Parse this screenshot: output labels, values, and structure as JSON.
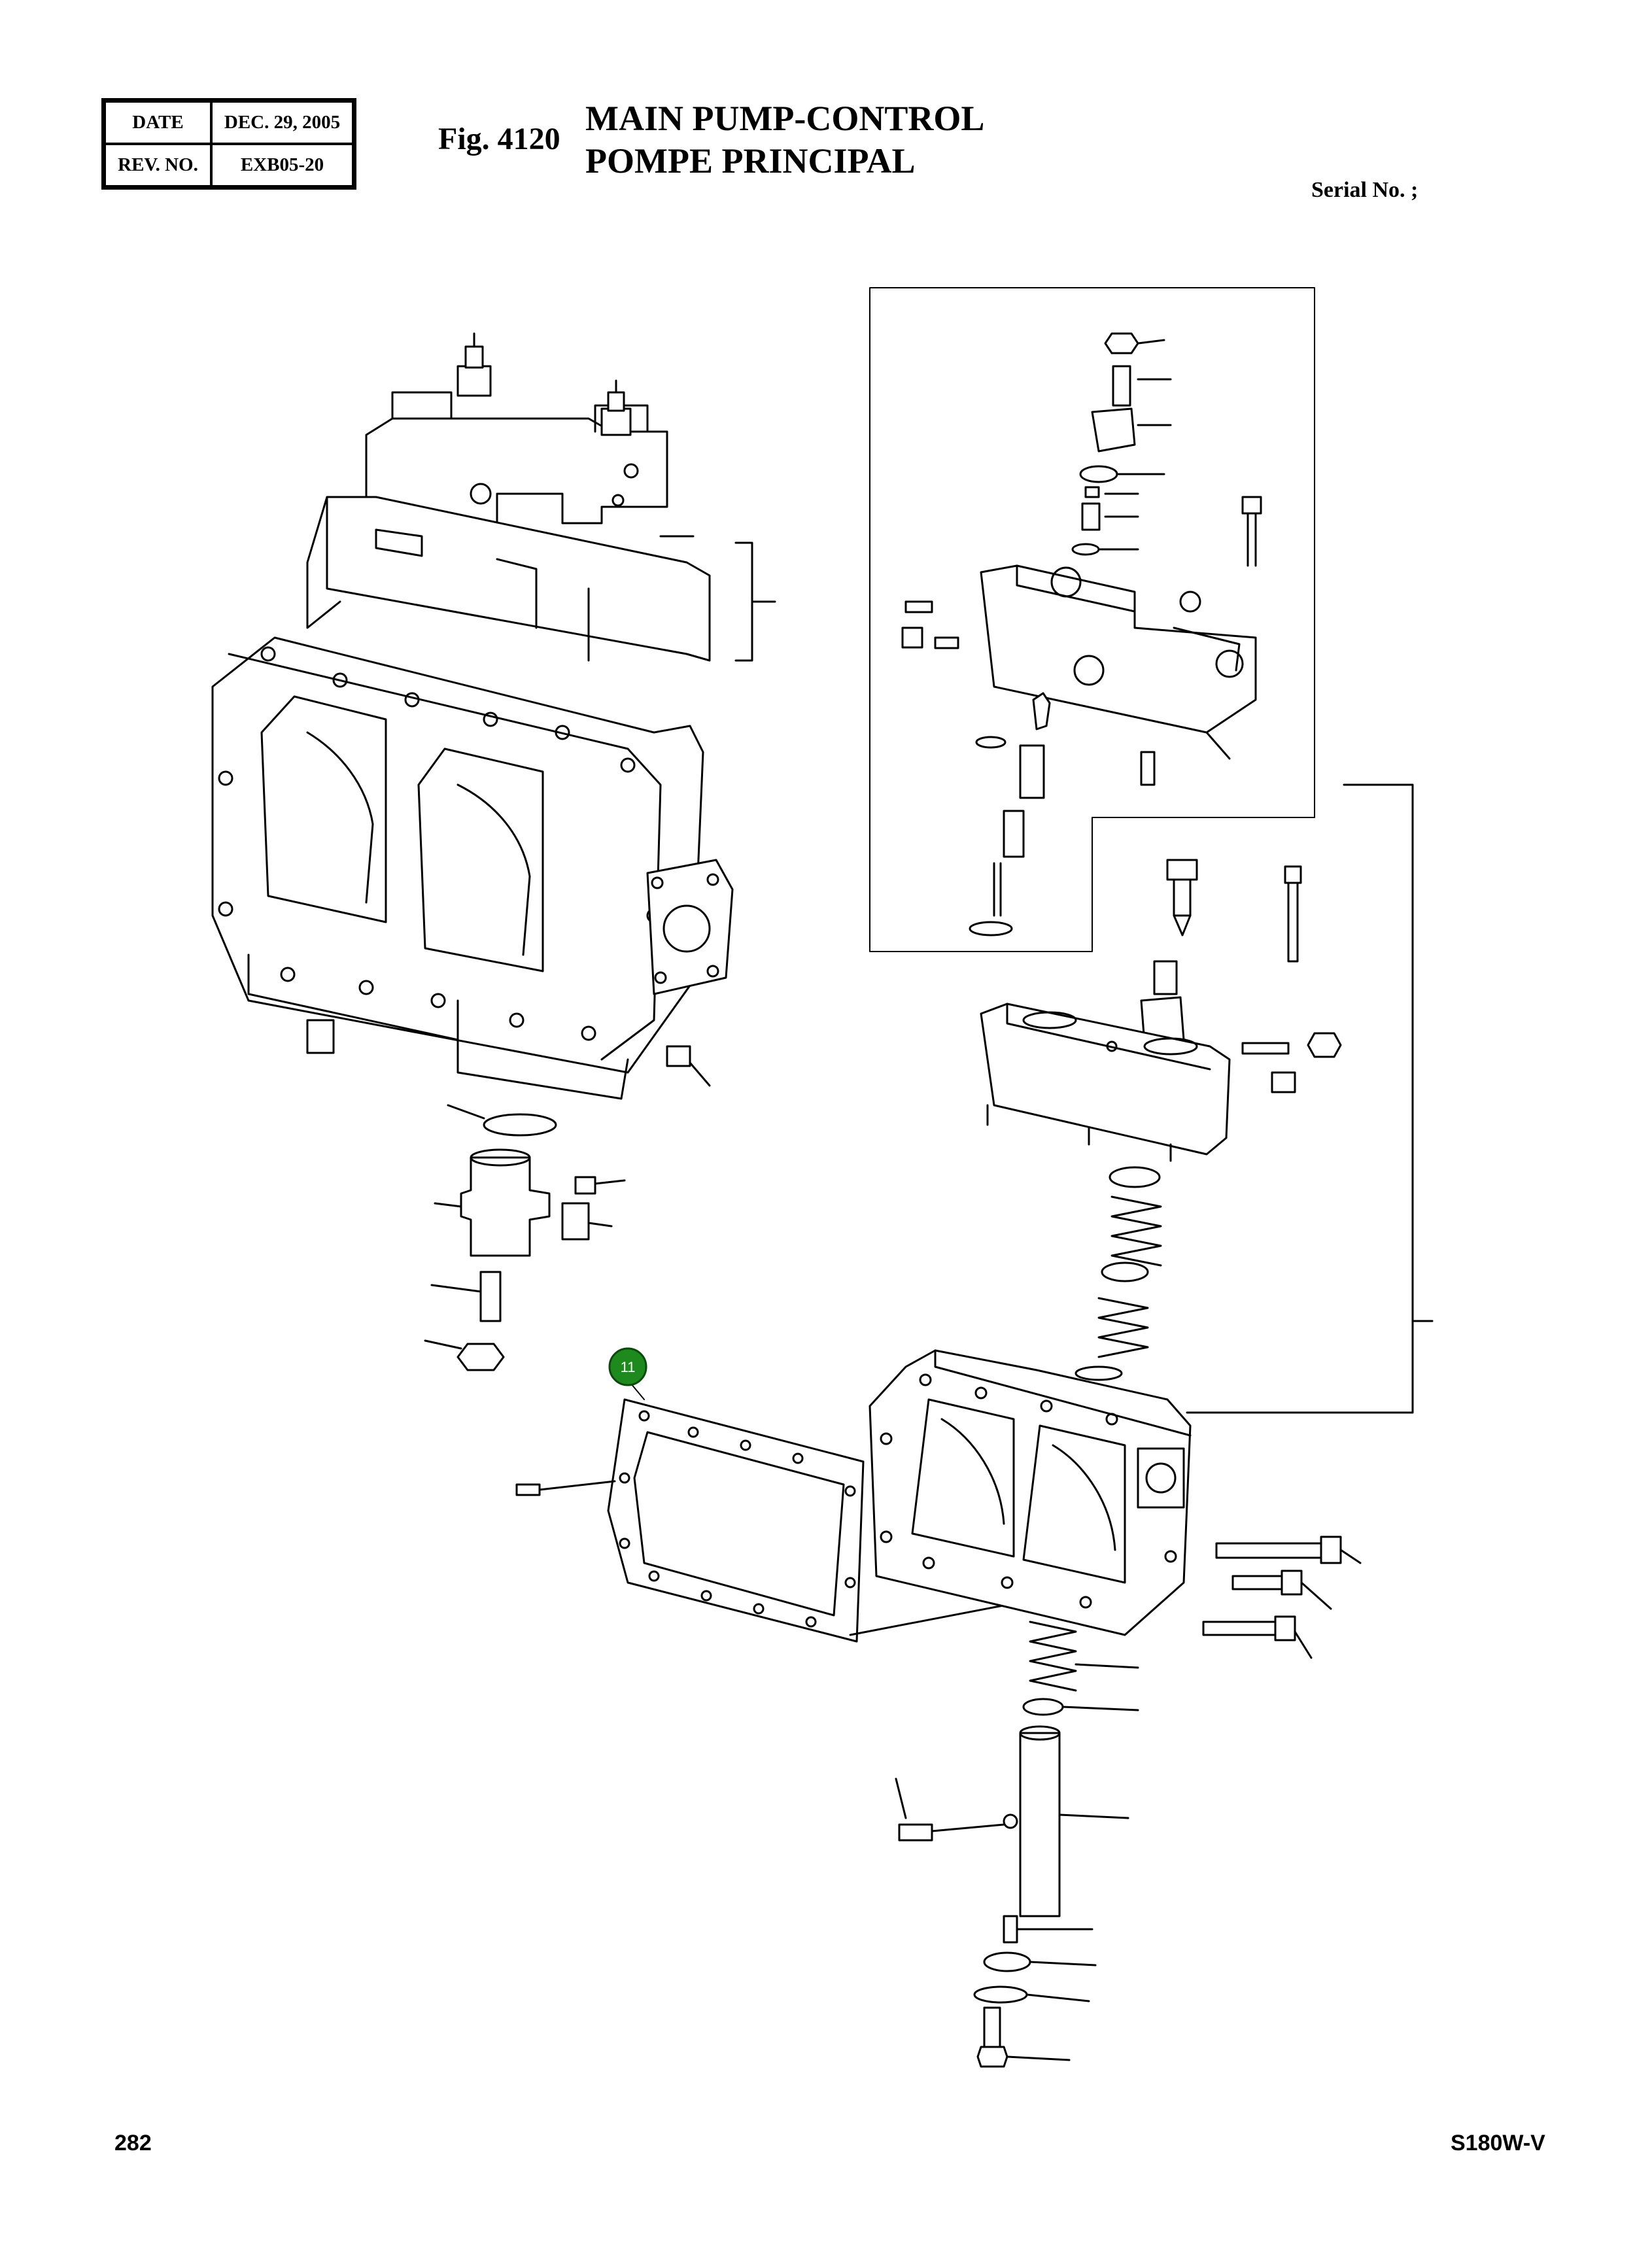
{
  "header": {
    "date_label": "DATE",
    "date_value": "DEC. 29, 2005",
    "rev_label": "REV. NO.",
    "rev_value": "EXB05-20"
  },
  "figure": {
    "fig_label": "Fig. 4120",
    "title_en": "MAIN PUMP-CONTROL",
    "title_fr": "POMPE PRINCIPAL",
    "serial": "Serial No. ;"
  },
  "callouts": [
    {
      "number": "11",
      "color": "#1e8a1e",
      "part": "gasket"
    }
  ],
  "footer": {
    "page_number": "282",
    "model": "S180W-V"
  },
  "colors": {
    "line": "#000000",
    "callout": "#1e8a1e"
  }
}
